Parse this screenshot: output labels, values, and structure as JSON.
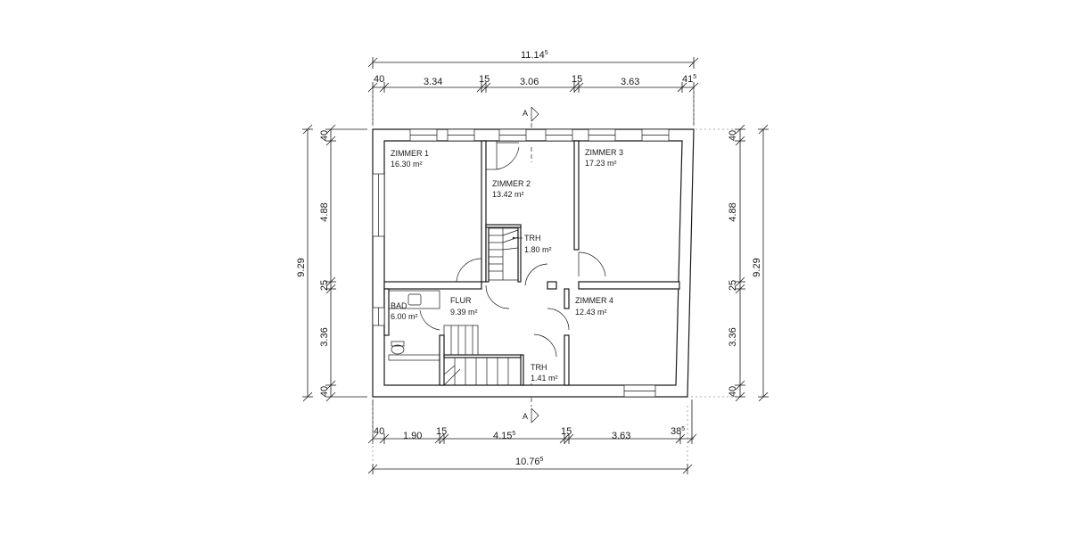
{
  "dimensions": {
    "top_overall": {
      "main": "11.14",
      "sup": "5"
    },
    "top_segments": [
      {
        "main": "40",
        "sup": ""
      },
      {
        "main": "3.34",
        "sup": ""
      },
      {
        "main": "15",
        "sup": ""
      },
      {
        "main": "3.06",
        "sup": ""
      },
      {
        "main": "15",
        "sup": ""
      },
      {
        "main": "3.63",
        "sup": ""
      },
      {
        "main": "41",
        "sup": "5"
      }
    ],
    "bottom_segments": [
      {
        "main": "40",
        "sup": ""
      },
      {
        "main": "1.90",
        "sup": ""
      },
      {
        "main": "15",
        "sup": ""
      },
      {
        "main": "4.15",
        "sup": "5"
      },
      {
        "main": "15",
        "sup": ""
      },
      {
        "main": "3.63",
        "sup": ""
      },
      {
        "main": "38",
        "sup": "5"
      }
    ],
    "bottom_overall": {
      "main": "10.76",
      "sup": "5"
    },
    "left_overall": "9.29",
    "left_segments": [
      "40",
      "4.88",
      "25",
      "3.36",
      "40"
    ],
    "right_overall": "9.29",
    "right_segments": [
      "40",
      "4.88",
      "25",
      "3.36",
      "40"
    ]
  },
  "rooms": [
    {
      "name": "ZIMMER 1",
      "area": "16.30 m²"
    },
    {
      "name": "ZIMMER 2",
      "area": "13.42 m²"
    },
    {
      "name": "ZIMMER 3",
      "area": "17.23 m²"
    },
    {
      "name": "TRH",
      "area": "1.80 m²"
    },
    {
      "name": "ZIMMER 4",
      "area": "12.43 m²"
    },
    {
      "name": "BAD",
      "area": "6.00 m²"
    },
    {
      "name": "FLUR",
      "area": "9.39 m²"
    },
    {
      "name": "TRH",
      "area": "1.41 m²"
    }
  ],
  "section_marks": {
    "top": "A",
    "bottom": "A"
  }
}
